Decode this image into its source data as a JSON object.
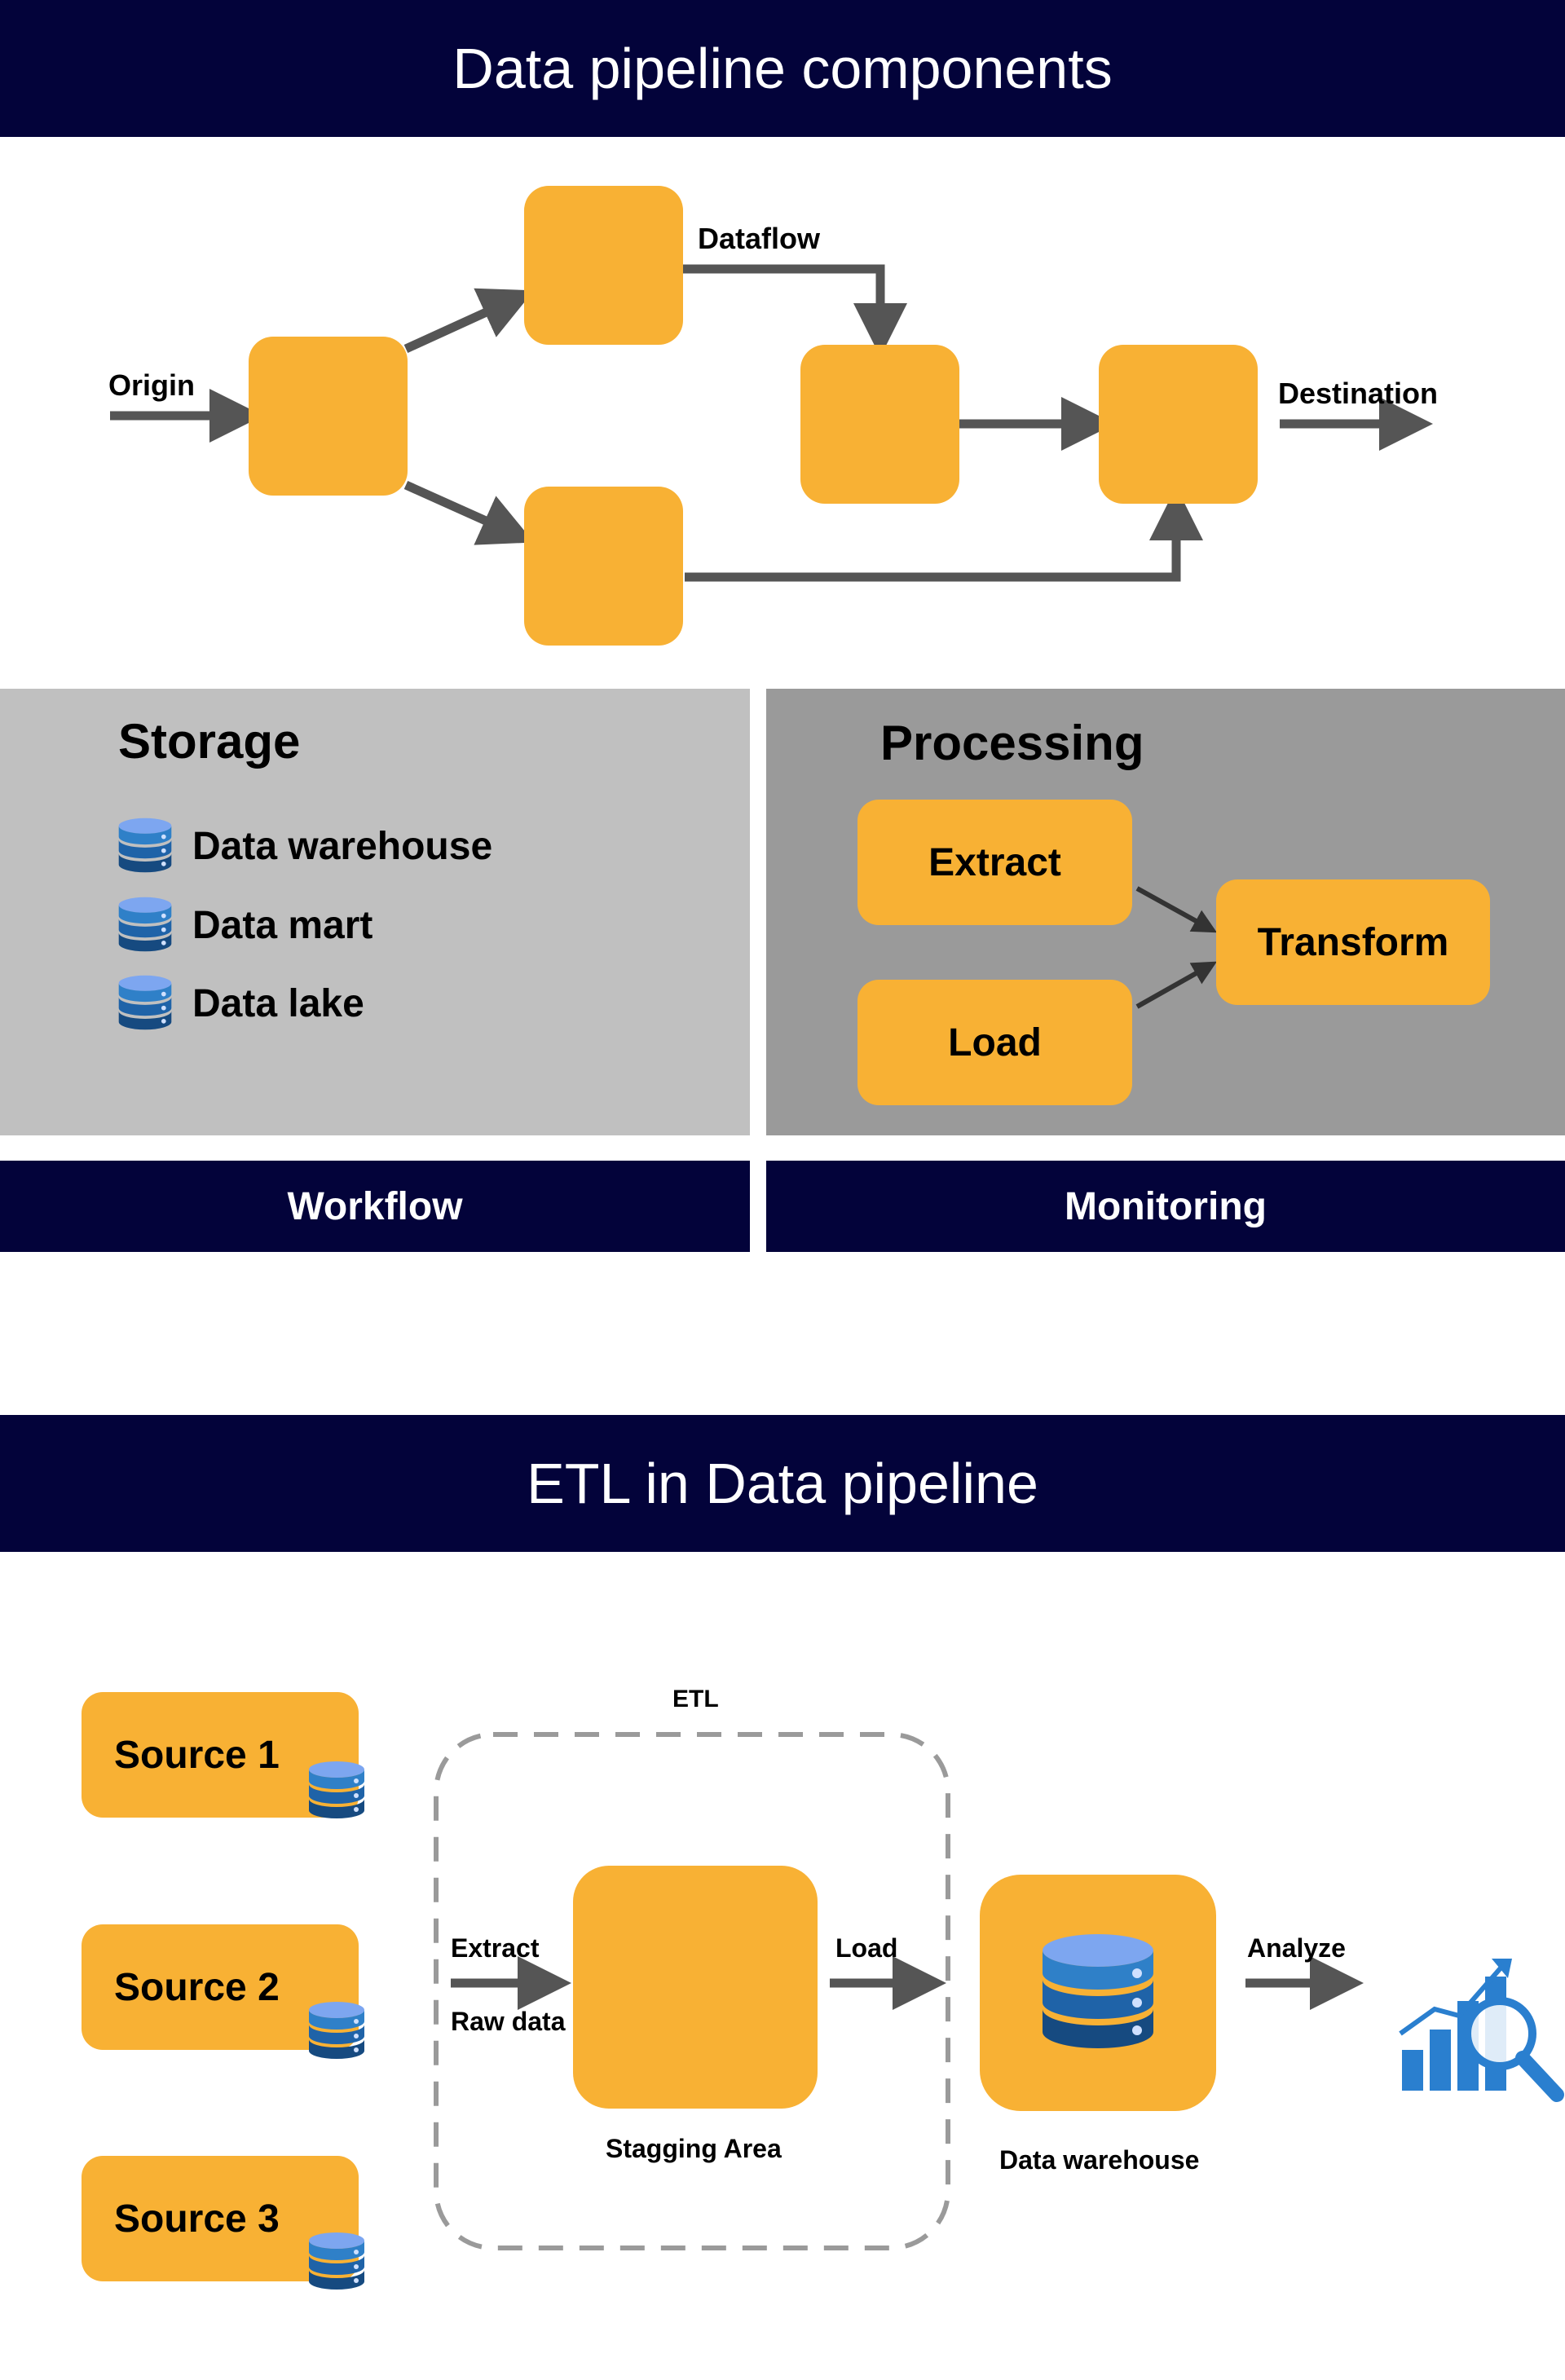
{
  "section1": {
    "title": "Data pipeline components",
    "labels": {
      "origin": "Origin",
      "dataflow": "Dataflow",
      "destination": "Destination"
    },
    "storage": {
      "title": "Storage",
      "items": [
        "Data warehouse",
        "Data mart",
        "Data lake"
      ]
    },
    "processing": {
      "title": "Processing",
      "extract": "Extract",
      "load": "Load",
      "transform": "Transform"
    },
    "workflow": "Workflow",
    "monitoring": "Monitoring"
  },
  "section2": {
    "title": "ETL in Data pipeline",
    "sources": [
      "Source 1",
      "Source 2",
      "Source 3"
    ],
    "etl_label": "ETL",
    "extract_label": "Extract",
    "raw_data_label": "Raw data",
    "load_label": "Load",
    "staging_label": "Stagging Area",
    "warehouse_label": "Data warehouse",
    "analyze_label": "Analyze"
  },
  "colors": {
    "navy": "#03033a",
    "orange": "#f8b134",
    "arrow": "#555555",
    "storage_bg": "#c0c0c0",
    "processing_bg": "#9a9a9a",
    "db_blue": "#2a7fcf"
  }
}
